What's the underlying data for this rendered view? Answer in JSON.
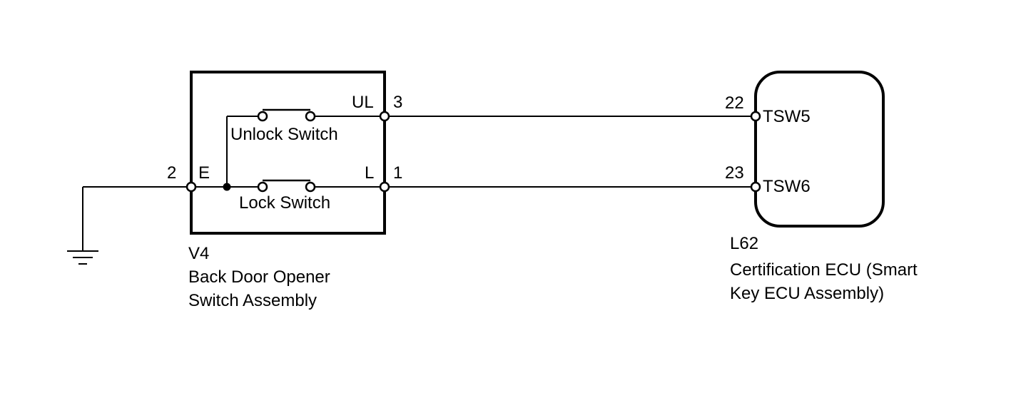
{
  "switch_assembly": {
    "connector": "V4",
    "name_line1": "Back Door Opener",
    "name_line2": "Switch Assembly",
    "pins": {
      "ul_name": "UL",
      "ul_number": "3",
      "l_name": "L",
      "l_number": "1",
      "e_name": "E",
      "e_number": "2"
    },
    "unlock_switch_label": "Unlock Switch",
    "lock_switch_label": "Lock Switch"
  },
  "ecu": {
    "connector": "L62",
    "name_line1": "Certification ECU (Smart",
    "name_line2": "Key ECU Assembly)",
    "pins": {
      "tsw5_name": "TSW5",
      "tsw5_number": "22",
      "tsw6_name": "TSW6",
      "tsw6_number": "23"
    }
  },
  "colors": {
    "line": "#000000",
    "background": "#ffffff"
  }
}
